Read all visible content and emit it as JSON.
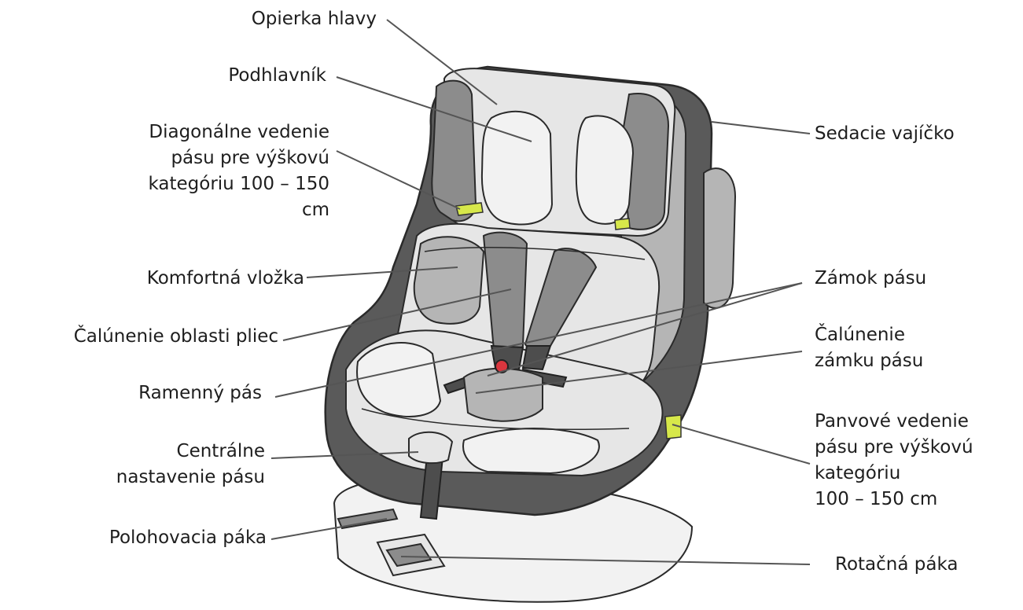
{
  "labels": {
    "opierka_hlavy": "Opierka hlavy",
    "podhlavnik": "Podhlavník",
    "diagonalne_line1": "Diagonálne vedenie",
    "diagonalne_line2": "pásu pre výškovú",
    "diagonalne_line3": "kategóriu 100 – 150",
    "diagonalne_line4": "cm",
    "komfortna_vlozka": "Komfortná vložka",
    "calunenie_pliec": "Čalúnenie oblasti pliec",
    "ramenny_pas": "Ramenný pás",
    "centralne_line1": "Centrálne",
    "centralne_line2": "nastavenie pásu",
    "polohovacia_paka": "Polohovacia páka",
    "sedacie_vajicko": "Sedacie vajíčko",
    "zamok_pasu": "Zámok pásu",
    "calunenie_zamku_line1": "Čalúnenie",
    "calunenie_zamku_line2": "zámku pásu",
    "panvove_line1": "Panvové vedenie",
    "panvove_line2": "pásu pre výškovú",
    "panvove_line3": "kategóriu",
    "panvove_line4": "100 – 150 cm",
    "rotacna_paka": "Rotačná páka"
  },
  "colors": {
    "shell_dark": "#5a5a5a",
    "padding_mid": "#b5b5b5",
    "fabric_light": "#e6e6e6",
    "belt_guide_accent": "#d7e84a",
    "buckle_red": "#d9363e"
  }
}
